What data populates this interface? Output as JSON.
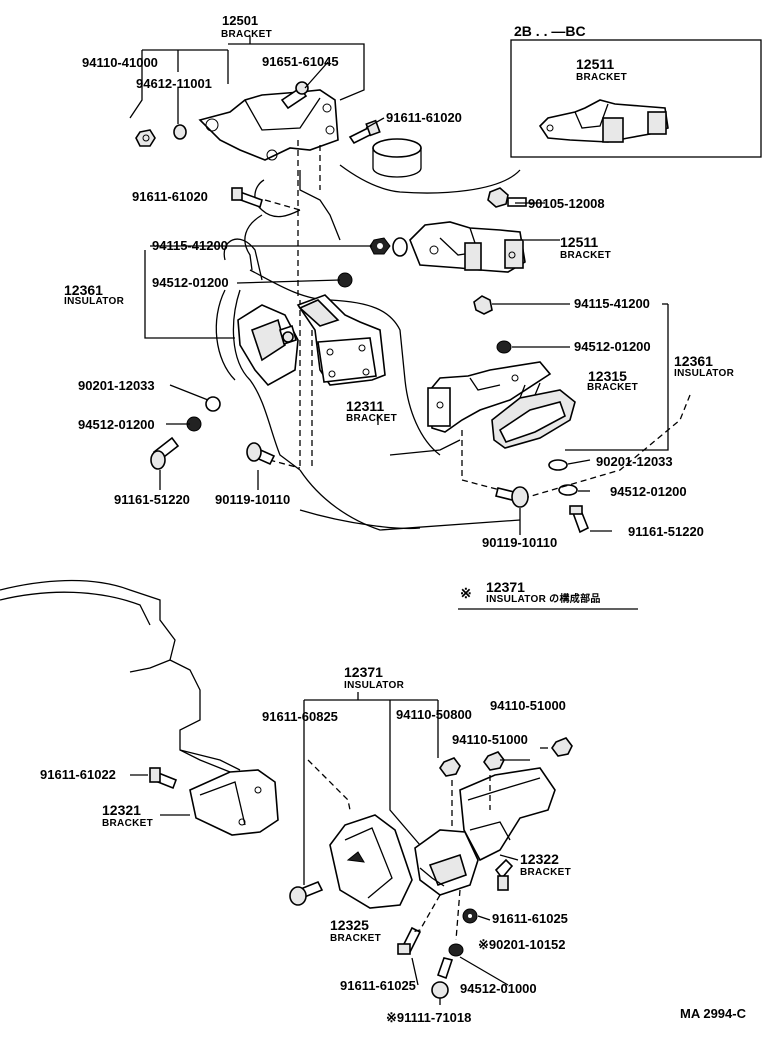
{
  "diagram": {
    "labels": {
      "p12501": "12501",
      "bracket_12501": "BRACKET",
      "p94110_41000": "94110-41000",
      "p94612_11001": "94612-11001",
      "p91651_61045": "91651-61045",
      "p91611_61020a": "91611-61020",
      "p91611_61020b": "91611-61020",
      "p90105_12008": "90105-12008",
      "p94115_41200a": "94115-41200",
      "p12511a": "12511",
      "bracket_12511a": "BRACKET",
      "p12361a": "12361",
      "insulator_12361a": "INSULATOR",
      "p94512_01200a": "94512-01200",
      "p94115_41200b": "94115-41200",
      "p94512_01200b": "94512-01200",
      "p12361b": "12361",
      "insulator_12361b": "INSULATOR",
      "p12315": "12315",
      "bracket_12315": "BRACKET",
      "p90201_12033a": "90201-12033",
      "p94512_01200c": "94512-01200",
      "p12311": "12311",
      "bracket_12311": "BRACKET",
      "p90201_12033b": "90201-12033",
      "p94512_01200d": "94512-01200",
      "p91161_51220a": "91161-51220",
      "p90119_10110a": "90119-10110",
      "p90119_10110b": "90119-10110",
      "p91161_51220b": "91161-51220",
      "inset_title": "2B . . —BC",
      "p12511b": "12511",
      "bracket_12511b": "BRACKET",
      "note_mark": "※",
      "note_part": "12371",
      "note_text": "INSULATOR の構成部品",
      "p12371": "12371",
      "insulator_12371": "INSULATOR",
      "p91611_60825": "91611-60825",
      "p94110_50800": "94110-50800",
      "p94110_51000a": "94110-51000",
      "p94110_51000b": "94110-51000",
      "p91611_61022": "91611-61022",
      "p12321": "12321",
      "bracket_12321": "BRACKET",
      "p12322": "12322",
      "bracket_12322": "BRACKET",
      "p12325": "12325",
      "bracket_12325": "BRACKET",
      "p91611_61025a": "91611-61025",
      "p90201_10152": "※90201-10152",
      "p91611_61025b": "91611-61025",
      "p94512_01000": "94512-01000",
      "p91111_71018": "※91111-71018",
      "ref_code": "MA 2994-C"
    }
  }
}
